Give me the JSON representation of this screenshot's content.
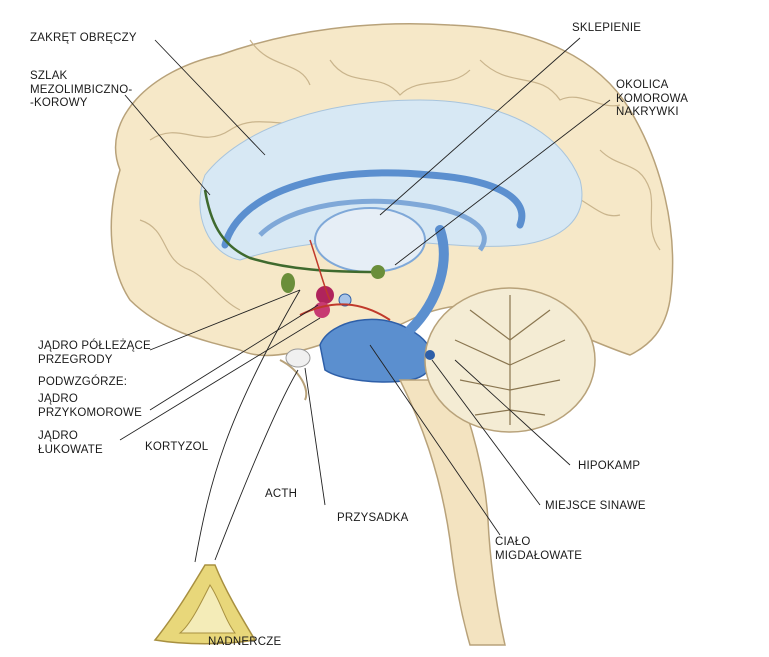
{
  "labels": {
    "zakret_obreczy": "ZAKRĘT OBRĘCZY",
    "szlak": [
      "SZLAK",
      "MEZOLIMBICZNO-",
      "-KOROWY"
    ],
    "sklepienie": "SKLEPIENIE",
    "okolica": [
      "OKOLICA",
      "KOMOROWA",
      "NAKRYWKI"
    ],
    "jadro_polezace": [
      "JĄDRO PÓŁLEŻĄCE",
      "PRZEGRODY"
    ],
    "podwzgorze": "PODWZGÓRZE:",
    "jadro_przykomorowe": [
      "JĄDRO",
      "PRZYKOMOROWE"
    ],
    "jadro_lukowate": [
      "JĄDRO",
      "ŁUKOWATE"
    ],
    "kortyzol": "KORTYZOL",
    "acth": "ACTH",
    "przysadka": "PRZYSADKA",
    "hipokamp": "HIPOKAMP",
    "miejsce_sinawe": "MIEJSCE SINAWE",
    "cialo_migdalowate": [
      "CIAŁO",
      "MIGDAŁOWATE"
    ],
    "nadnercze": "NADNERCZE"
  },
  "colors": {
    "cortex": "#f6e8c8",
    "cortex_line": "#b8a27a",
    "ventricle": "#d7e8f4",
    "limbic_blue": "#5b8fcf",
    "dark_blue": "#2e5fa8",
    "green_path": "#3f6a2e",
    "magenta": "#b0245c",
    "red_vessel": "#c0392b",
    "adrenal": "#e8d77a",
    "cerebellum": "#f4ecd4",
    "leader": "#222222"
  }
}
